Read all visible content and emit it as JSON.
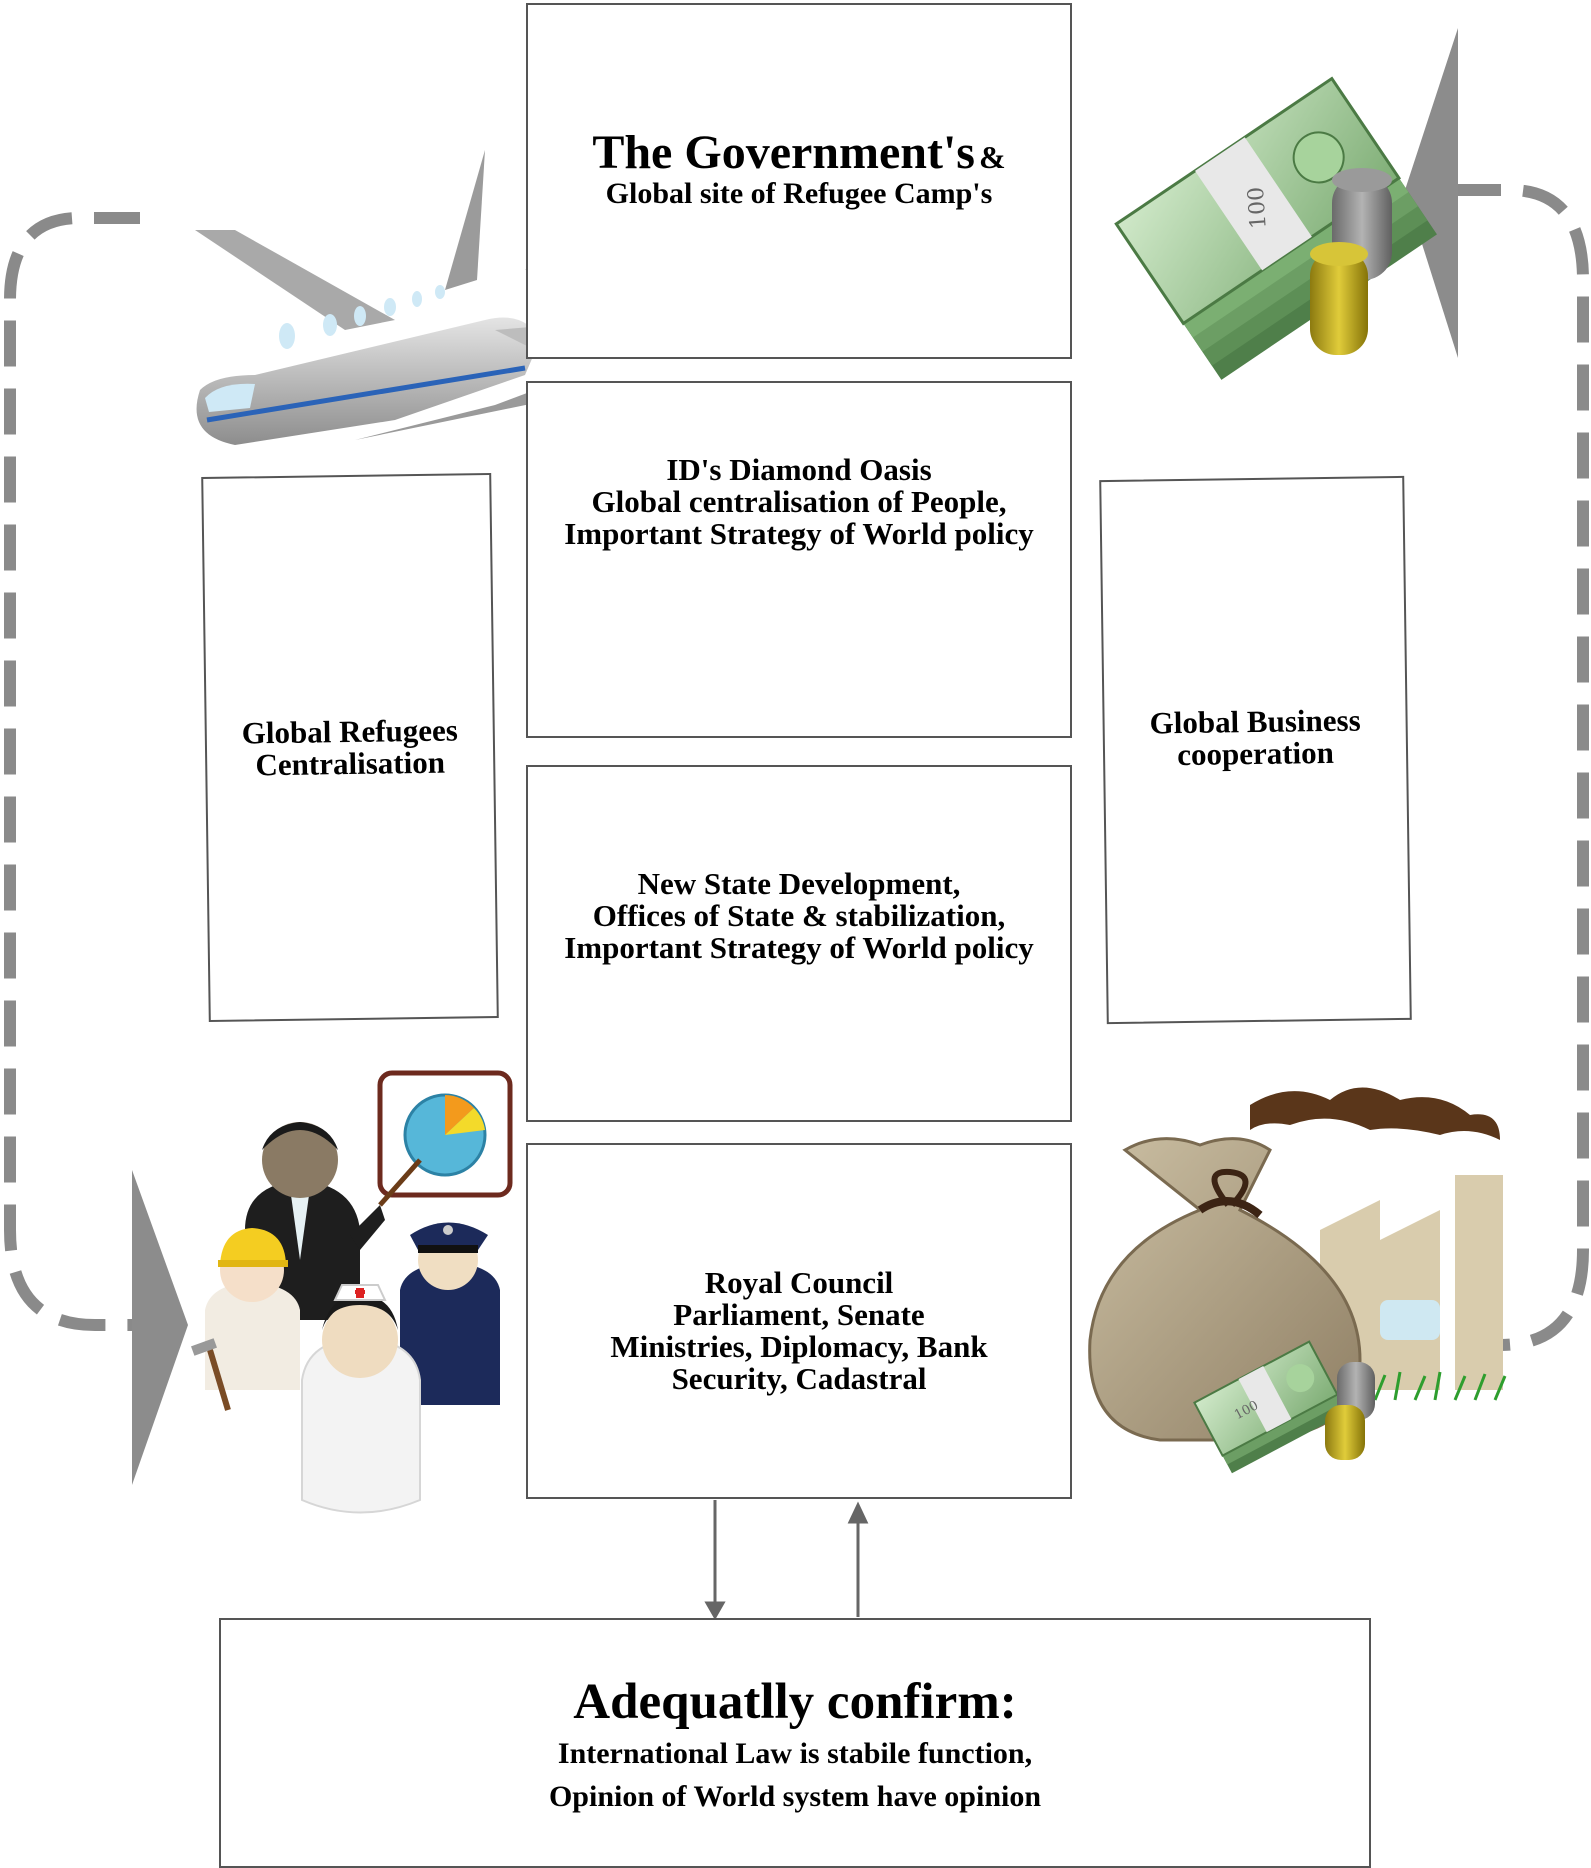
{
  "government": {
    "title": "The Government's",
    "ampersand": "&",
    "subtitle": "Global site of Refugee Camp's"
  },
  "diamond_oasis": {
    "lines": [
      "ID's Diamond Oasis",
      "Global centralisation of People,",
      "Important Strategy of World policy"
    ]
  },
  "new_state": {
    "lines": [
      "New State Development,",
      "Offices of State & stabilization,",
      "Important Strategy of World policy"
    ]
  },
  "royal_council": {
    "lines": [
      "Royal Council",
      "Parliament, Senate",
      "Ministries, Diplomacy, Bank",
      "Security, Cadastral"
    ]
  },
  "refugees": {
    "lines": [
      "Global Refugees",
      "Centralisation"
    ]
  },
  "business": {
    "lines": [
      "Global Business",
      "cooperation"
    ]
  },
  "adequately": {
    "title": "Adequatlly confirm:",
    "lines": [
      "International Law is stabile function,",
      "Opinion of World system have opinion"
    ]
  },
  "banknote_labels": [
    "100",
    "100"
  ],
  "icons": [
    "airplane-icon",
    "money-stack-icon",
    "professionals-group-icon",
    "pie-chart-board-icon",
    "money-bag-factory-icon"
  ],
  "colors": {
    "box_border": "#555555",
    "arrow_gray": "#8c8c8c",
    "dash_gray": "#8a8a8a"
  }
}
